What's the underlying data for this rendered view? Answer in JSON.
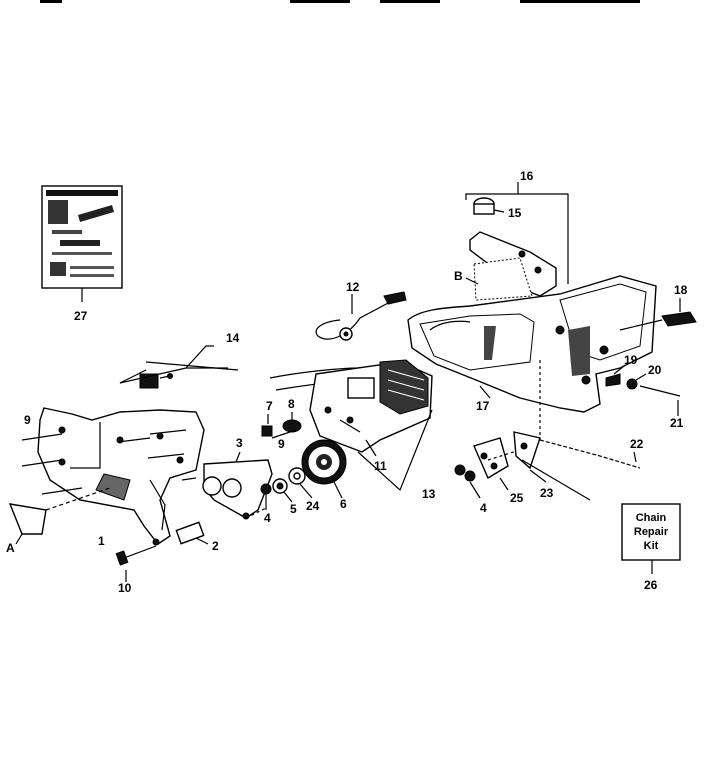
{
  "diagram": {
    "callouts": {
      "p1": "1",
      "p2": "2",
      "p3": "3",
      "p4a": "4",
      "p4b": "4",
      "p5": "5",
      "p6": "6",
      "p7": "7",
      "p8": "8",
      "p9a": "9",
      "p9b": "9",
      "p10": "10",
      "p11": "11",
      "p12": "12",
      "p13": "13",
      "p14": "14",
      "p15": "15",
      "p16": "16",
      "p17": "17",
      "p18": "18",
      "p19": "19",
      "p20": "20",
      "p21": "21",
      "p22": "22",
      "p23": "23",
      "p24": "24",
      "p25": "25",
      "p26": "26",
      "p27": "27",
      "pA": "A",
      "pB": "B"
    },
    "repair_kit": {
      "line1": "Chain",
      "line2": "Repair",
      "line3": "Kit"
    }
  }
}
